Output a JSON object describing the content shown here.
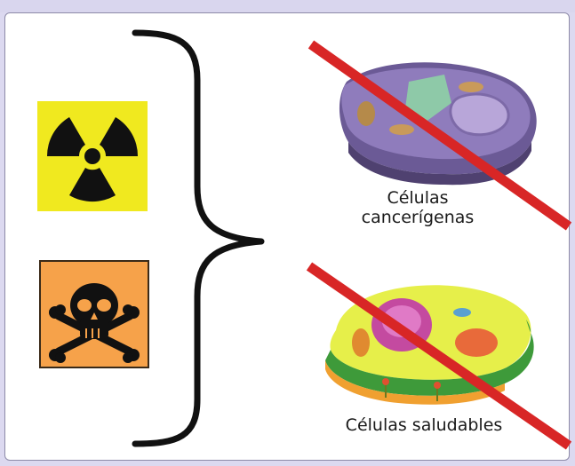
{
  "labels": {
    "cancer_line1": "Células",
    "cancer_line2": "cancerígenas",
    "healthy": "Células saludables"
  },
  "symbols": {
    "top": "radiation-icon",
    "bottom": "poison-icon"
  },
  "colors": {
    "radiation_bg": "#f0e91f",
    "poison_bg": "#f6a24a",
    "cross_line": "#d82626",
    "cancer_cell": "#7c6aa8",
    "healthy_cell": "#d9e83a"
  }
}
